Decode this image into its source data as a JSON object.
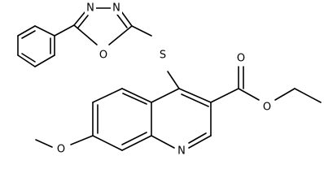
{
  "molecule": {
    "atoms": {
      "n3": "N",
      "n4": "N",
      "o_ring": "O",
      "s": "S",
      "o_carbonyl": "O",
      "o_ester": "O",
      "o_methoxy": "O",
      "n_quinoline": "N"
    },
    "colors": {
      "bond": "#000000",
      "label": "#000000",
      "background": "#ffffff"
    }
  }
}
